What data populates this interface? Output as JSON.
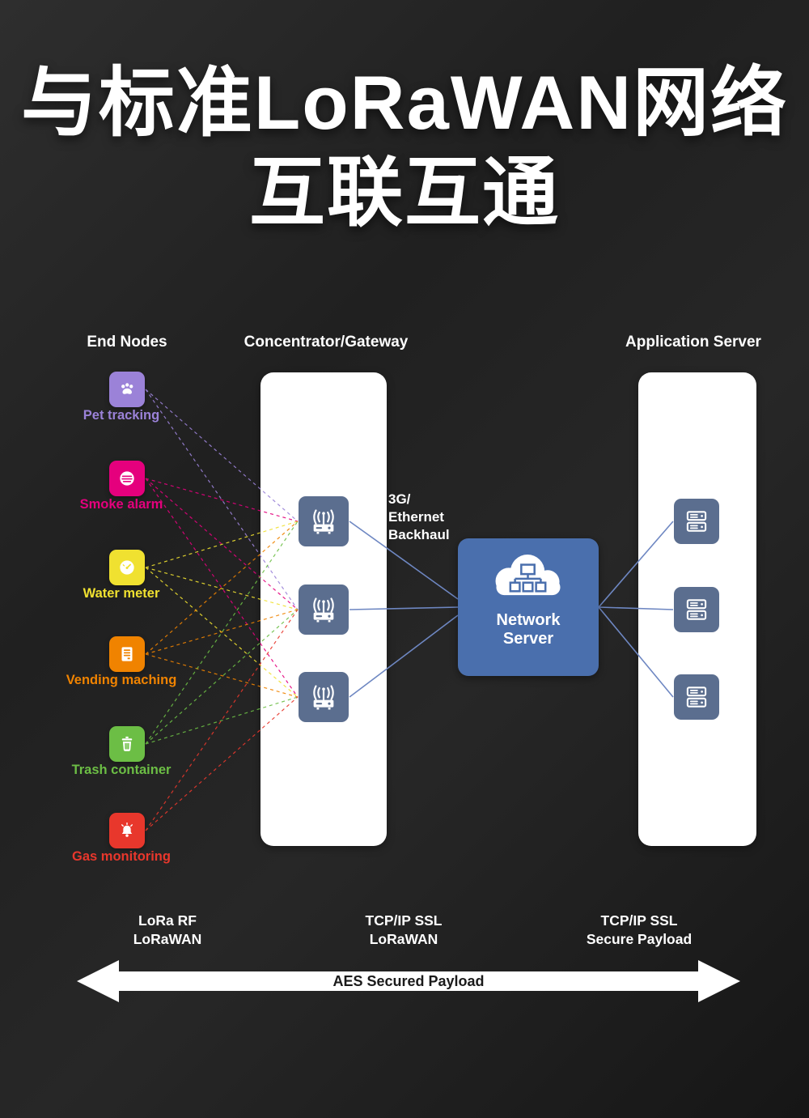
{
  "title": {
    "line1": "与标准LoRaWAN网络",
    "line2": "互联互通"
  },
  "columns": {
    "end_nodes": "End Nodes",
    "gateway": "Concentrator/Gateway",
    "app_server": "Application Server"
  },
  "end_nodes": [
    {
      "id": "pet-tracking",
      "label": "Pet tracking",
      "color": "#9B82D8",
      "icon": "paw-icon",
      "gateways": [
        0,
        1
      ]
    },
    {
      "id": "smoke-alarm",
      "label": "Smoke alarm",
      "color": "#E5007D",
      "icon": "smoke-alarm-icon",
      "gateways": [
        0,
        1,
        2
      ]
    },
    {
      "id": "water-meter",
      "label": "Water meter",
      "color": "#F0E130",
      "icon": "water-meter-icon",
      "gateways": [
        0,
        1,
        2
      ]
    },
    {
      "id": "vending-machine",
      "label": "Vending maching",
      "color": "#F08300",
      "icon": "vending-machine-icon",
      "gateways": [
        0,
        1,
        2
      ]
    },
    {
      "id": "trash-container",
      "label": "Trash container",
      "color": "#6CBE45",
      "icon": "trash-icon",
      "gateways": [
        0,
        1,
        2
      ]
    },
    {
      "id": "gas-monitoring",
      "label": "Gas monitoring",
      "color": "#E8372C",
      "icon": "gas-alarm-icon",
      "gateways": [
        1,
        2
      ]
    }
  ],
  "backhaul": {
    "line1": "3G/",
    "line2": "Ethernet",
    "line3": "Backhaul"
  },
  "network_server": {
    "line1": "Network",
    "line2": "Server"
  },
  "bottom_labels": [
    {
      "line1": "LoRa RF",
      "line2": "LoRaWAN"
    },
    {
      "line1": "TCP/IP SSL",
      "line2": "LoRaWAN"
    },
    {
      "line1": "TCP/IP SSL",
      "line2": "Secure Payload"
    }
  ],
  "arrow_label": "AES Secured Payload",
  "colors": {
    "gateway_icon": "#5B6E8F",
    "server_icon": "#5B6E8F",
    "network_server": "#4A6FAD",
    "wire": "#6E87C2"
  }
}
